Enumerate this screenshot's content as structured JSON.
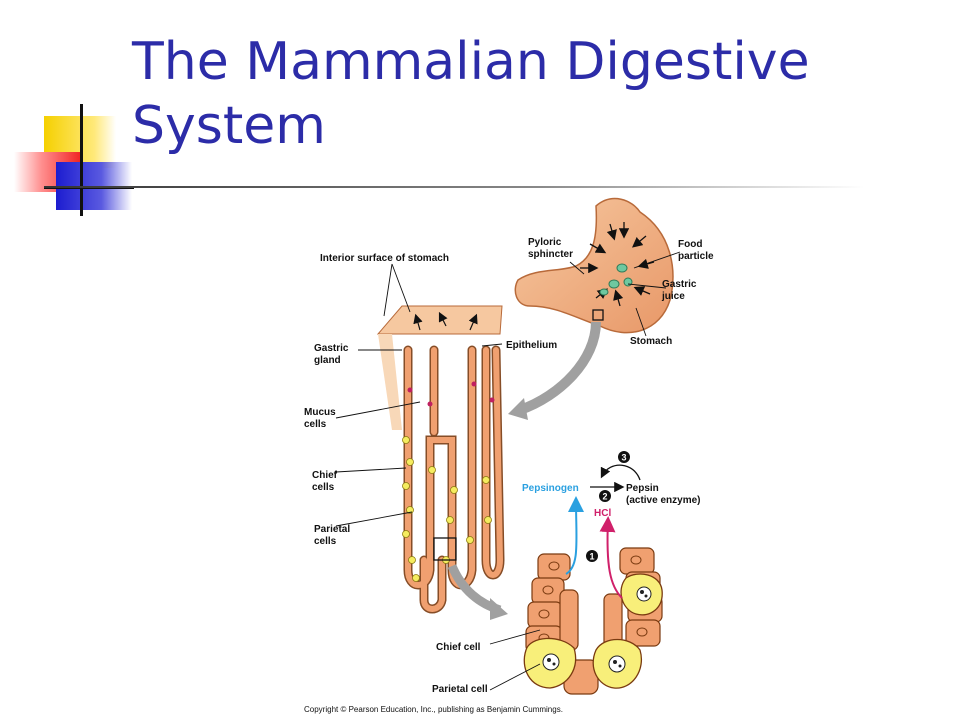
{
  "slide": {
    "title": "The Mammalian Digestive System"
  },
  "figure": {
    "labels": {
      "interior_surface": "Interior surface of stomach",
      "pyloric_line1": "Pyloric",
      "pyloric_line2": "sphincter",
      "food_line1": "Food",
      "food_line2": "particle",
      "gastric_juice_line1": "Gastric",
      "gastric_juice_line2": "juice",
      "stomach": "Stomach",
      "gastric_gland_line1": "Gastric",
      "gastric_gland_line2": "gland",
      "epithelium": "Epithelium",
      "mucus_line1": "Mucus",
      "mucus_line2": "cells",
      "chief_line1": "Chief",
      "chief_line2": "cells",
      "parietal_line1": "Parietal",
      "parietal_line2": "cells",
      "chief_cell": "Chief cell",
      "parietal_cell": "Parietal cell",
      "pepsinogen": "Pepsinogen",
      "pepsin": "Pepsin",
      "active_enzyme": "(active enzyme)",
      "hcl": "HCl",
      "step1": "1",
      "step2": "2",
      "step3": "3"
    },
    "copyright": "Copyright © Pearson Education, Inc., publishing as Benjamin Cummings."
  },
  "colors": {
    "title": "#2c2ca8",
    "tissue": "#f0a070",
    "cell_outline": "#7a3a10",
    "parietal_yellow": "#f8ef7a",
    "pepsinogen_blue": "#2aa0e0",
    "hcl_magenta": "#d0206a",
    "arrow_gray": "#a0a0a0"
  }
}
